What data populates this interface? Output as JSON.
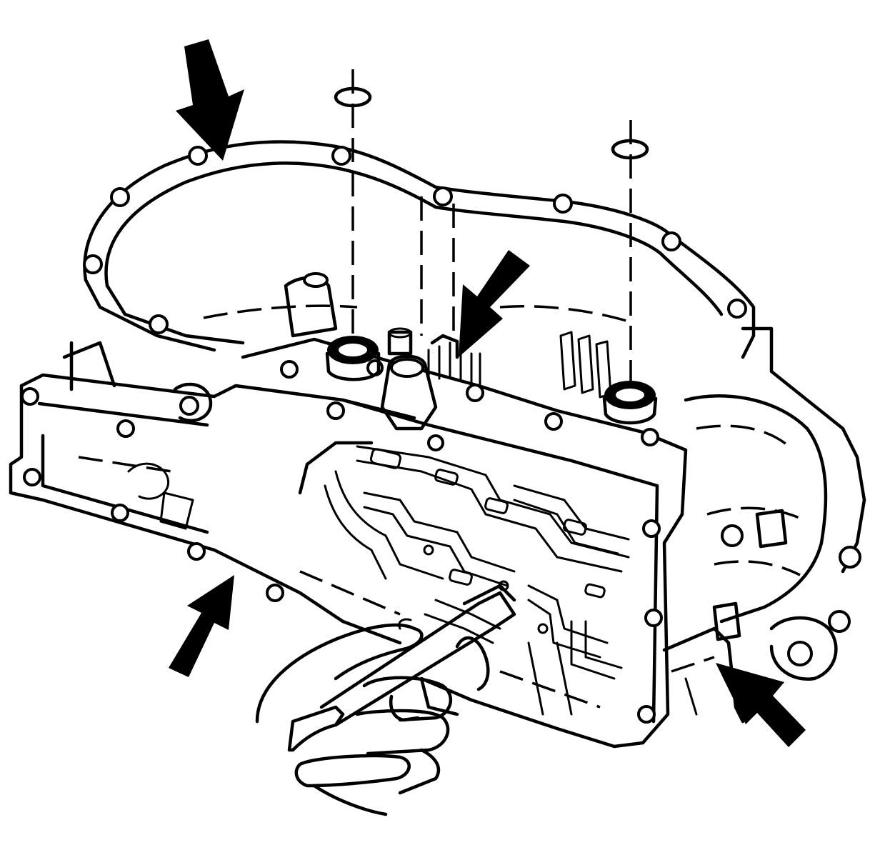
{
  "illustration": {
    "ink_color": "#000000",
    "paper_color": "#ffffff",
    "callouts": [
      {
        "id": "arrow-top-left",
        "direction": "down-right"
      },
      {
        "id": "arrow-center",
        "direction": "down-left"
      },
      {
        "id": "arrow-bottom-left",
        "direction": "up-right"
      },
      {
        "id": "arrow-bottom-right",
        "direction": "up-left"
      }
    ],
    "o_rings": 2
  }
}
